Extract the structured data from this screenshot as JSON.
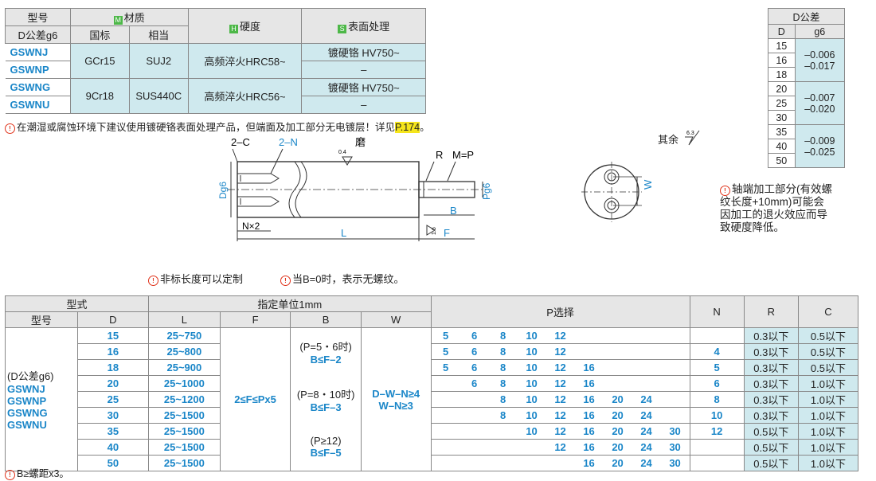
{
  "materials": {
    "headers": {
      "model": "型号",
      "material": "材质",
      "hardness": "硬度",
      "surface": "表面处理",
      "tol": "D公差g6",
      "gb": "国标",
      "equiv": "相当"
    },
    "tags": {
      "material": "M",
      "hardness": "H",
      "surface": "S"
    },
    "rows": [
      {
        "model": "GSWNJ",
        "gb": "GCr15",
        "equiv": "SUJ2",
        "hardness": "高频淬火HRC58~",
        "surface": "镀硬铬 HV750~"
      },
      {
        "model": "GSWNP",
        "surface": "–"
      },
      {
        "model": "GSWNG",
        "gb": "9Cr18",
        "equiv": "SUS440C",
        "hardness": "高频淬火HRC56~",
        "surface": "镀硬铬 HV750~"
      },
      {
        "model": "GSWNU",
        "surface": "–"
      }
    ],
    "note": "在潮湿或腐蚀环境下建议使用镀硬铬表面处理产品，但端面及加工部分无电镀层！详见",
    "note_link": "P.174",
    "note_end": "。"
  },
  "tolerance": {
    "title": "D公差",
    "col_d": "D",
    "col_g6": "g6",
    "groups": [
      {
        "d": [
          "15",
          "16",
          "18"
        ],
        "up": "–0.006",
        "low": "–0.017"
      },
      {
        "d": [
          "20",
          "25",
          "30"
        ],
        "up": "–0.007",
        "low": "–0.020"
      },
      {
        "d": [
          "35",
          "40",
          "50"
        ],
        "up": "–0.009",
        "low": "–0.025"
      }
    ]
  },
  "drawing": {
    "c2": "2–C",
    "n2": "2–N",
    "grind": "磨",
    "ra04": "0.4",
    "r": "R",
    "mp": "M=P",
    "dg6": "Dg6",
    "pg6": "Pg6",
    "b": "B",
    "nx2": "N×2",
    "l": "L",
    "f": "F",
    "ra16": "1.6",
    "w": "W",
    "rest": "其余",
    "ra63": "6.3"
  },
  "side_note": [
    "轴端加工部分(有效螺",
    "纹长度+10mm)可能会",
    "因加工的退火效应而导",
    "致硬度降低。"
  ],
  "mid_notes": {
    "a": "非标长度可以定制",
    "b": "当B=0时，表示无螺纹。"
  },
  "icon": "!",
  "main": {
    "h_type": "型式",
    "h_unit": "指定单位1mm",
    "h_p": "P选择",
    "h_n": "N",
    "h_r": "R",
    "h_c": "C",
    "h_model": "型号",
    "h_d": "D",
    "h_l": "L",
    "h_f": "F",
    "h_b": "B",
    "h_w": "W",
    "models": [
      "(D公差g6)",
      "GSWNJ",
      "GSWNP",
      "GSWNG",
      "GSWNU"
    ],
    "f_rule": "2≤F≤Px5",
    "b_rules": [
      [
        "(P=5・6时)",
        "B≤F–2"
      ],
      [
        "(P=8・10时)",
        "B≤F–3"
      ],
      [
        "(P≥12)",
        "B≤F–5"
      ]
    ],
    "w_rule": [
      "D–W–N≥4",
      "W–N≥3"
    ],
    "rows": [
      {
        "d": "15",
        "l": "25~750",
        "p": [
          "5",
          "6",
          "8",
          "10",
          "12",
          "",
          "",
          "",
          ""
        ],
        "n": "",
        "r": "0.3以下",
        "c": "0.5以下"
      },
      {
        "d": "16",
        "l": "25~800",
        "p": [
          "5",
          "6",
          "8",
          "10",
          "12",
          "",
          "",
          "",
          ""
        ],
        "n": "4",
        "r": "0.3以下",
        "c": "0.5以下"
      },
      {
        "d": "18",
        "l": "25~900",
        "p": [
          "5",
          "6",
          "8",
          "10",
          "12",
          "16",
          "",
          "",
          ""
        ],
        "n": "5",
        "r": "0.3以下",
        "c": "0.5以下"
      },
      {
        "d": "20",
        "l": "25~1000",
        "p": [
          "",
          "6",
          "8",
          "10",
          "12",
          "16",
          "",
          "",
          ""
        ],
        "n": "6",
        "r": "0.3以下",
        "c": "1.0以下"
      },
      {
        "d": "25",
        "l": "25~1200",
        "p": [
          "",
          "",
          "8",
          "10",
          "12",
          "16",
          "20",
          "24",
          ""
        ],
        "n": "8",
        "r": "0.3以下",
        "c": "1.0以下"
      },
      {
        "d": "30",
        "l": "25~1500",
        "p": [
          "",
          "",
          "8",
          "10",
          "12",
          "16",
          "20",
          "24",
          ""
        ],
        "n": "10",
        "r": "0.3以下",
        "c": "1.0以下"
      },
      {
        "d": "35",
        "l": "25~1500",
        "p": [
          "",
          "",
          "",
          "10",
          "12",
          "16",
          "20",
          "24",
          "30"
        ],
        "n": "12",
        "r": "0.5以下",
        "c": "1.0以下"
      },
      {
        "d": "40",
        "l": "25~1500",
        "p": [
          "",
          "",
          "",
          "",
          "12",
          "16",
          "20",
          "24",
          "30"
        ],
        "n": "",
        "r": "0.5以下",
        "c": "1.0以下"
      },
      {
        "d": "50",
        "l": "25~1500",
        "p": [
          "",
          "",
          "",
          "",
          "",
          "16",
          "20",
          "24",
          "30"
        ],
        "n": "",
        "r": "0.5以下",
        "c": "1.0以下"
      }
    ],
    "footnote": "B≥螺距x3。"
  }
}
